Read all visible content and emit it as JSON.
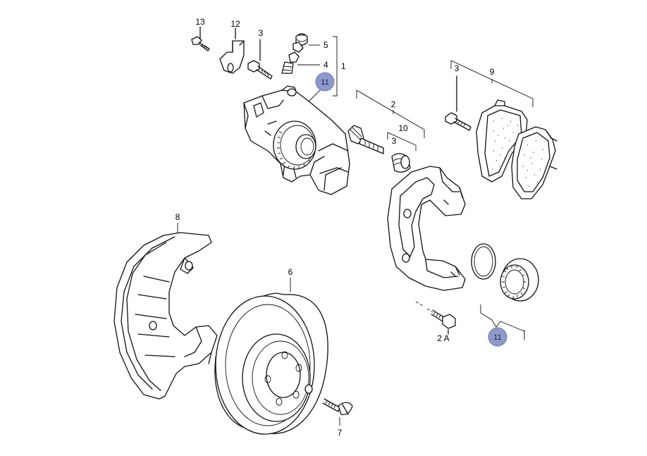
{
  "diagram": {
    "callouts": {
      "p1": "1",
      "p2": "2",
      "p2A": "2 A",
      "p3a": "3",
      "p3b": "3",
      "p3c": "3",
      "p4": "4",
      "p5": "5",
      "p6": "6",
      "p7": "7",
      "p8": "8",
      "p9": "9",
      "p10": "10",
      "p12": "12",
      "p13": "13"
    },
    "badges": {
      "top": "11",
      "bottom": "11"
    },
    "badge_color": "#8d99c9"
  }
}
